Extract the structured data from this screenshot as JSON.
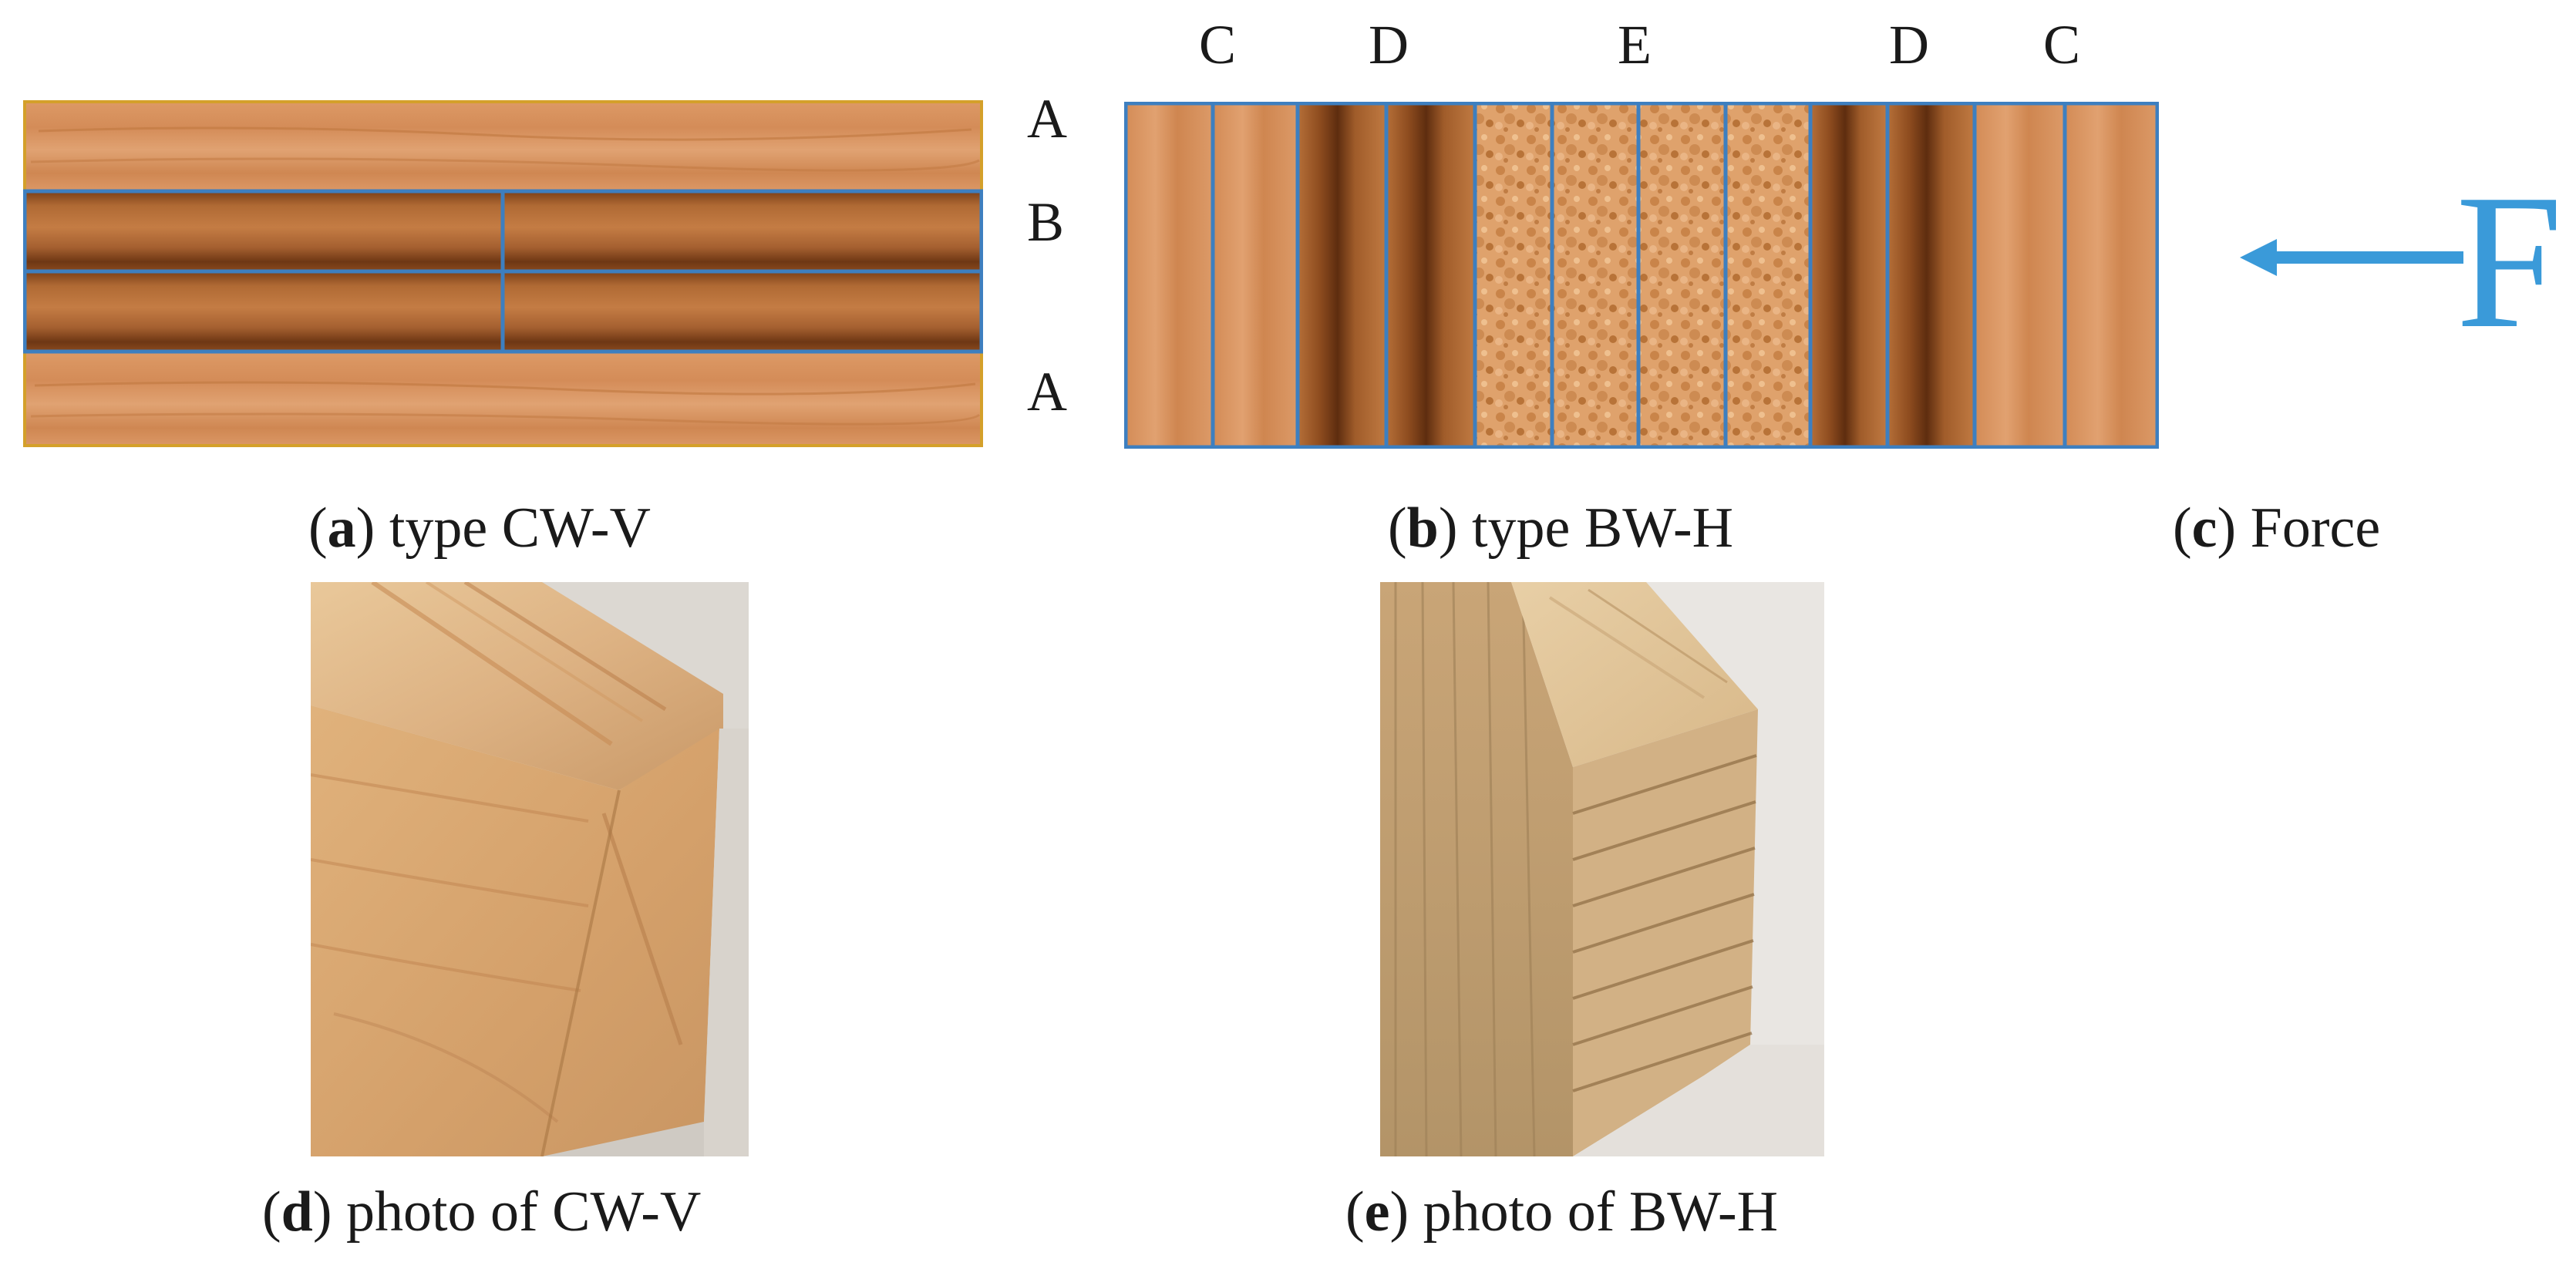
{
  "colors": {
    "light_wood": "#d9915c",
    "dark_wood": "#9c5a2a",
    "particle": "#d89a63",
    "outline_blue": "#3d7fc0",
    "frame_gold": "#d4a02a",
    "force_blue": "#3a9ad9",
    "text": "#1a1a1a"
  },
  "panel_a": {
    "layer_labels": [
      "A",
      "B",
      "A"
    ],
    "caption_letter": "a",
    "caption_text": " type CW-V"
  },
  "panel_b": {
    "column_labels": [
      "C",
      "D",
      "E",
      "D",
      "C"
    ],
    "caption_letter": "b",
    "caption_text": " type BW-H"
  },
  "panel_c": {
    "force_letter": "F",
    "icon": "arrow-left-icon",
    "caption_letter": "c",
    "caption_text": " Force"
  },
  "panel_d": {
    "caption_letter": "d",
    "caption_text": " photo of CW-V"
  },
  "panel_e": {
    "caption_letter": "e",
    "caption_text": " photo of BW-H"
  }
}
